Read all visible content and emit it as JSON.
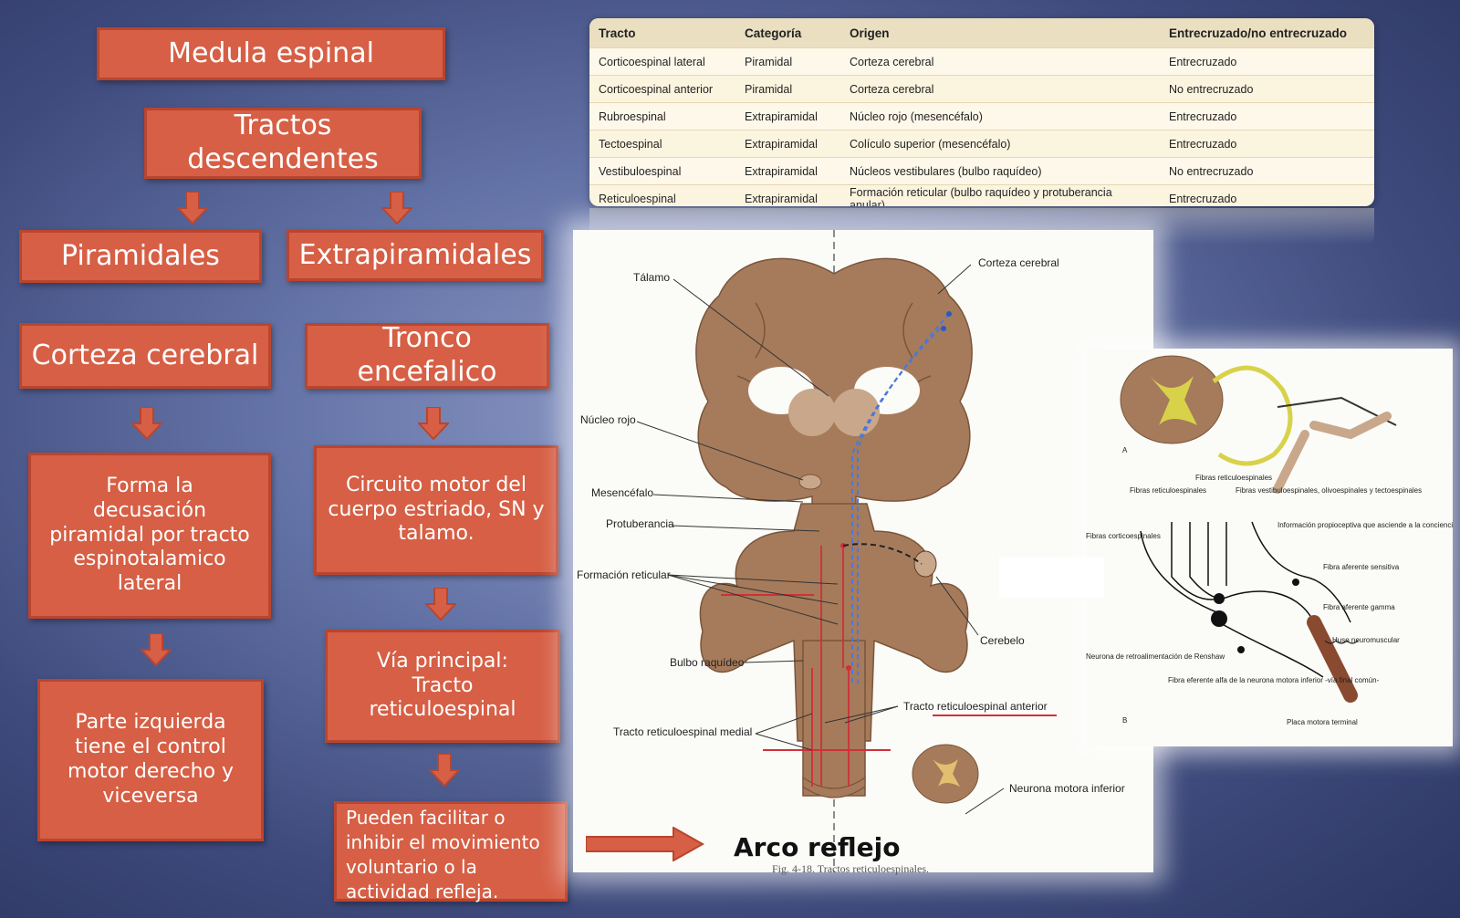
{
  "flow": {
    "medula": "Medula espinal",
    "tractos": "Tractos descendentes",
    "piramidales": "Piramidales",
    "extrapiramidales": "Extrapiramidales",
    "corteza": "Corteza cerebral",
    "tronco": "Tronco encefalico",
    "decusacion": "Forma la decusación piramidal por tracto espinotalamico lateral",
    "circuito": "Circuito motor del cuerpo estriado, SN y talamo.",
    "parte": "Parte izquierda tiene el control motor derecho  y viceversa",
    "via": "Vía principal: Tracto reticuloespinal",
    "pueden": "Pueden facilitar o inhibir el movimiento voluntario o la actividad refleja."
  },
  "arco_reflejo": "Arco reflejo",
  "table": {
    "headers": [
      "Tracto",
      "Categoría",
      "Origen",
      "Entrecruzado/no entrecruzado"
    ],
    "rows": [
      [
        "Corticoespinal lateral",
        "Piramidal",
        "Corteza cerebral",
        "Entrecruzado"
      ],
      [
        "Corticoespinal anterior",
        "Piramidal",
        "Corteza cerebral",
        "No entrecruzado"
      ],
      [
        "Rubroespinal",
        "Extrapiramidal",
        "Núcleo rojo (mesencéfalo)",
        "Entrecruzado"
      ],
      [
        "Tectoespinal",
        "Extrapiramidal",
        "Colículo superior (mesencéfalo)",
        "Entrecruzado"
      ],
      [
        "Vestibuloespinal",
        "Extrapiramidal",
        "Núcleos vestibulares (bulbo raquídeo)",
        "No entrecruzado"
      ],
      [
        "Reticuloespinal",
        "Extrapiramidal",
        "Formación reticular (bulbo raquídeo y protuberancia anular)",
        "Entrecruzado"
      ]
    ]
  },
  "figure_main": {
    "labels": {
      "talamo": "Tálamo",
      "corteza": "Corteza cerebral",
      "nucleo_rojo": "Núcleo rojo",
      "mesencefalo": "Mesencéfalo",
      "protuberancia": "Protuberancia",
      "formacion": "Formación reticular",
      "cerebelo": "Cerebelo",
      "bulbo": "Bulbo raquídeo",
      "tracto_anterior": "Tracto reticuloespinal anterior",
      "tracto_medial": "Tracto reticuloespinal medial",
      "neurona": "Neurona motora inferior"
    },
    "caption": "Fig. 4-18.  Tractos reticuloespinales."
  },
  "figure_right": {
    "labels": {
      "a": "A",
      "b": "B",
      "fibras_retic_top": "Fibras reticuloespinales",
      "fibras_retic": "Fibras reticuloespinales",
      "fibras_vest": "Fibras vestibuloespinales, olivoespinales y tectoespinales",
      "fibras_cortico": "Fibras corticoespinales",
      "info": "Información propioceptiva que asciende a la conciencia en la columna blanca posterior",
      "sensitiva": "Fibra aferente sensitiva",
      "gamma": "Fibra aferente gamma",
      "huso": "Huso neuromuscular",
      "renshaw": "Neurona de retroalimentación de Renshaw",
      "eferente": "Fibra eferente alfa de la neurona motora inferior -vía final común-",
      "placa": "Placa motora terminal"
    }
  },
  "colors": {
    "box_fill": "#d65f45",
    "box_border": "#b9452e",
    "brain": "#a67b5b",
    "blue_tract": "#4a78d8",
    "red_tract": "#d0303a"
  }
}
